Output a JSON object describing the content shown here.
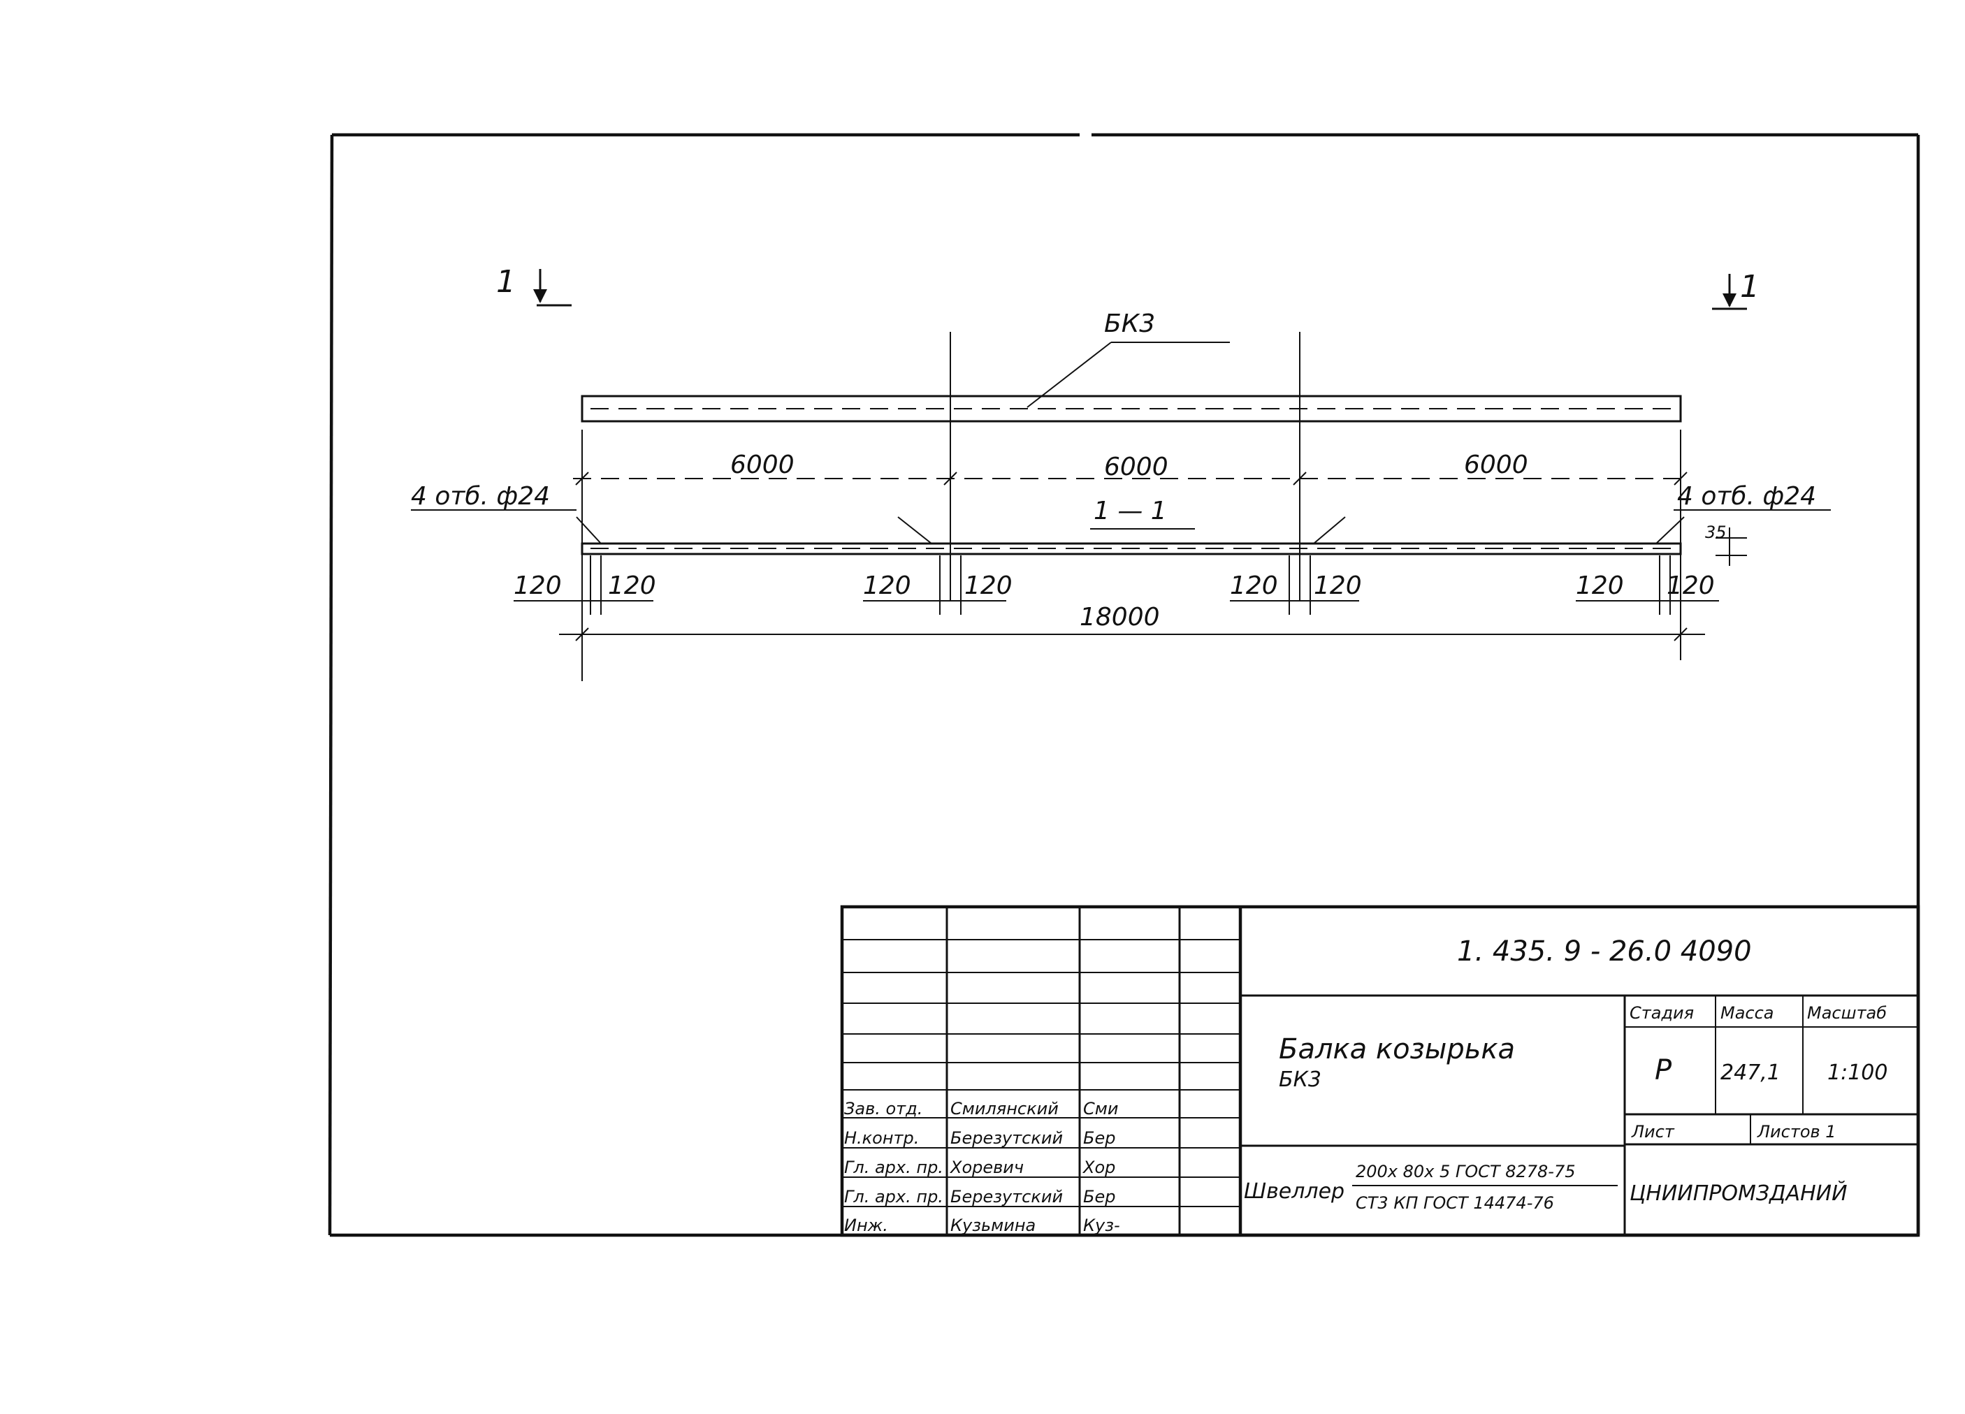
{
  "drawing": {
    "beam_label": "БК3",
    "section_mark_left": "1",
    "section_mark_right": "1",
    "section_title": "1 — 1",
    "span_1": "6000",
    "span_2": "6000",
    "span_3": "6000",
    "overall_length": "18000",
    "holes_left": "4 отб. ф24",
    "holes_right": "4 отб. ф24",
    "offsets": [
      "120",
      "120",
      "120",
      "120",
      "120",
      "120",
      "120",
      "120"
    ],
    "depth_dim": "35"
  },
  "title_block": {
    "document_code": "1. 435. 9 - 26.0   4090",
    "drawing_title_line1": "Балка   козырька",
    "drawing_title_line2": "БК3",
    "header_stage": "Стадия",
    "header_mass": "Масса",
    "header_scale": "Масштаб",
    "stage_value": "Р",
    "mass_value": "247,1",
    "scale_value": "1:100",
    "sheet_label": "Лист",
    "sheets_label": "Листов  1",
    "material_label": "Швеллер",
    "material_line1": "200х 80х 5 ГОСТ 8278-75",
    "material_line2": "СТ3 КП ГОСТ 14474-76",
    "organization": "ЦНИИПРОМЗДАНИЙ",
    "roles": [
      {
        "role": "Зав. отд.",
        "name": "Смилянский",
        "signature": "Сми"
      },
      {
        "role": "Н.контр.",
        "name": "Березутский",
        "signature": "Бер"
      },
      {
        "role": "Гл. арх. пр.",
        "name": "Хоревич",
        "signature": "Хор"
      },
      {
        "role": "Гл. арх. пр.",
        "name": "Березутский",
        "signature": "Бер"
      },
      {
        "role": "Инж.",
        "name": "Кузьмина",
        "signature": "Куз-"
      }
    ]
  }
}
